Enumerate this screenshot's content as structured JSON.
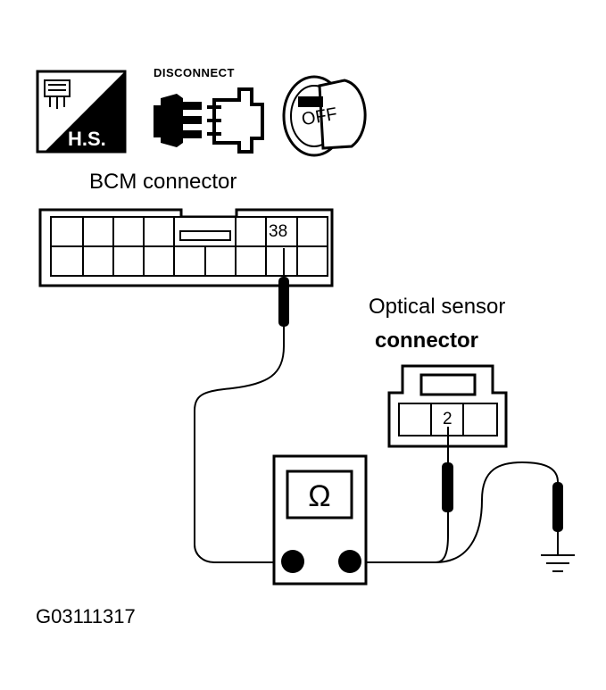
{
  "icons": [
    {
      "name": "harness-side-icon",
      "text": "H.S."
    },
    {
      "name": "disconnect-icon",
      "text": "DISCONNECT"
    },
    {
      "name": "ignition-off-icon",
      "text": "OFF"
    }
  ],
  "bcm_connector": {
    "label": "BCM connector",
    "pin": "38"
  },
  "optical_sensor_connector": {
    "label_line1": "Optical sensor",
    "label_line2": "connector",
    "pin": "2"
  },
  "meter": {
    "symbol": "Ω"
  },
  "figure_id": "G03111317"
}
